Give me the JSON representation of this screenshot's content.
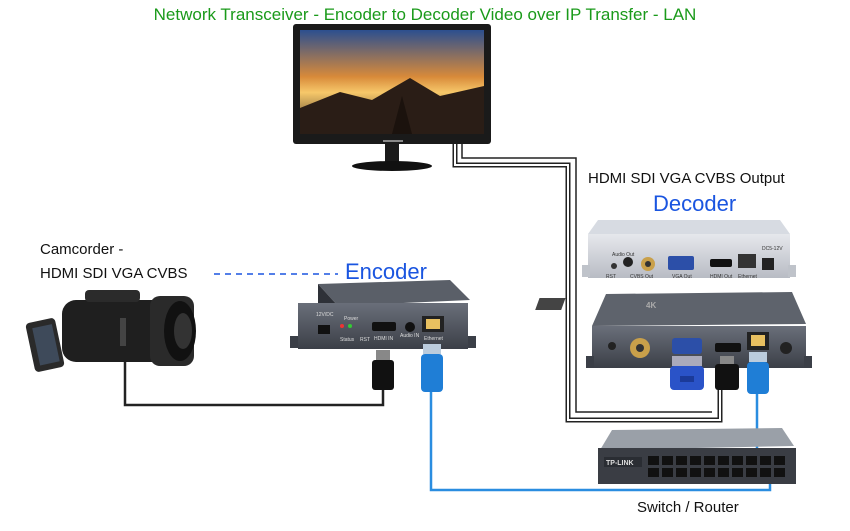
{
  "title": "Network Transceiver - Encoder to Decoder Video over IP Transfer - LAN",
  "camcorder": {
    "line1": "Camcorder -",
    "line2": "HDMI SDI VGA CVBS"
  },
  "encoder": {
    "title": "Encoder",
    "ports": {
      "dc": "12V/DC",
      "power": "Power",
      "status": "Status",
      "rst": "RST",
      "hdmi": "HDMI IN",
      "audio": "Audio IN",
      "ethernet": "Ethernet"
    }
  },
  "decoder": {
    "output_label": "HDMI SDI VGA CVBS Output",
    "title": "Decoder",
    "ports": {
      "audio_out": "Audio Out",
      "rst": "RST",
      "cvbs": "CVBS Out",
      "vga": "VGA Out",
      "hdmi": "HDMI Out",
      "ethernet": "Ethernet",
      "dc": "DC5-12V"
    },
    "badge": "4K"
  },
  "switch": {
    "label": "Switch / Router",
    "brand": "TP-LINK"
  },
  "colors": {
    "title": "#1a9a1a",
    "accent": "#1a55e0",
    "lan_cable": "#2a8de0"
  }
}
